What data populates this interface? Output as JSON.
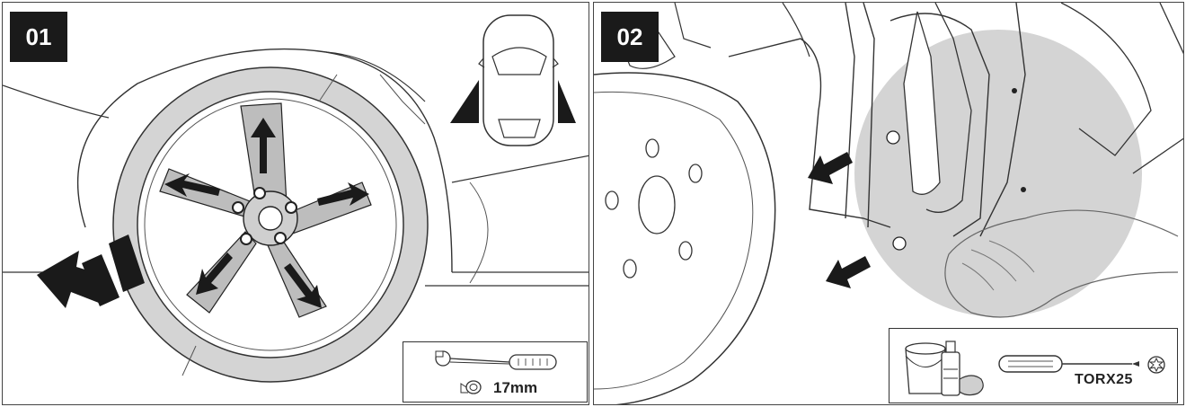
{
  "steps": [
    {
      "number": "01",
      "tool_label": "17mm",
      "icons": [
        "car-top-view-icon",
        "ratchet-wrench-icon",
        "socket-icon"
      ]
    },
    {
      "number": "02",
      "tool_label": "TORX25",
      "icons": [
        "bucket-icon",
        "cleaner-bottle-icon",
        "sponge-icon",
        "screwdriver-icon",
        "torx-bit-icon"
      ]
    }
  ],
  "colors": {
    "badge": "#1a1a1a",
    "highlight": "#d4d4d4",
    "line": "#333333",
    "arrow": "#1a1a1a"
  }
}
